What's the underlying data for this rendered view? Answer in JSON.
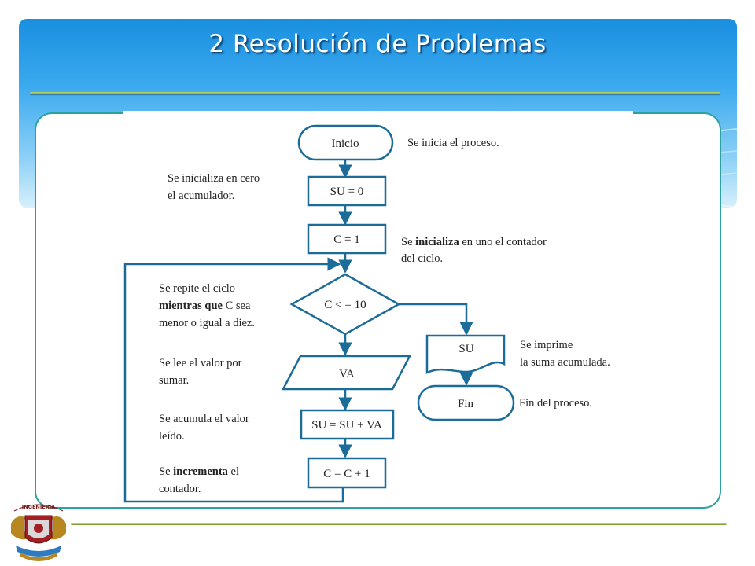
{
  "slide": {
    "title": "2 Resolución de Problemas"
  },
  "logo": {
    "text": "INGENIERIA"
  },
  "flowchart": {
    "nodes": {
      "inicio": "Inicio",
      "su0": "SU = 0",
      "c1": "C = 1",
      "cond": "C < = 10",
      "va": "VA",
      "acum": "SU = SU + VA",
      "incr": "C = C + 1",
      "out": "SU",
      "fin": "Fin"
    },
    "annotations": {
      "inicio": [
        "Se inicia el proceso."
      ],
      "su0": [
        "Se inicializa en cero",
        "el acumulador."
      ],
      "c1": {
        "pre": "Se ",
        "bold": "inicializa",
        "post": " en uno el contador",
        "line2": "del ciclo."
      },
      "cond": {
        "line1": "Se repite el ciclo",
        "bold": "mientras que",
        "post": " C sea",
        "line3": "menor o igual a diez."
      },
      "va": [
        "Se lee el valor por",
        "sumar."
      ],
      "acum": [
        "Se acumula el valor",
        "leído."
      ],
      "incr": {
        "pre": "Se ",
        "bold": "incrementa",
        "post": " el",
        "line2": "contador."
      },
      "out": [
        "Se imprime",
        "la suma acumulada."
      ],
      "fin": [
        "Fin del proceso."
      ]
    }
  },
  "colors": {
    "flow": "#1b6c98",
    "frame": "#2aa3a0",
    "title_bg": "#1a8fe0",
    "rule": "#8fb13a"
  }
}
